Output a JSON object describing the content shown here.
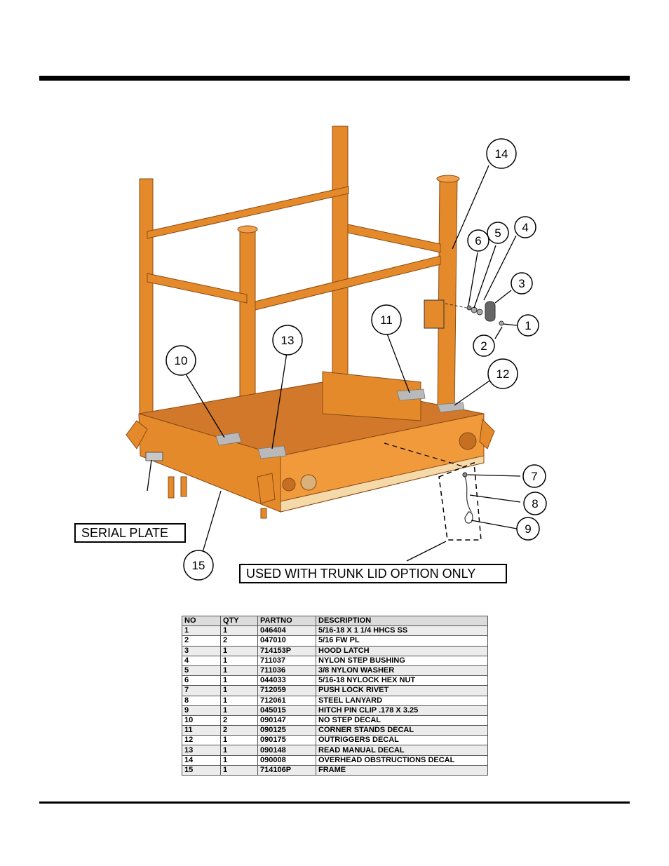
{
  "diagram": {
    "callouts": [
      "1",
      "2",
      "3",
      "4",
      "5",
      "6",
      "7",
      "8",
      "9",
      "10",
      "11",
      "12",
      "13",
      "14",
      "15"
    ],
    "labels": {
      "serial_plate": "SERIAL PLATE",
      "trunk_lid_note": "USED WITH TRUNK LID OPTION ONLY"
    },
    "colors": {
      "frame": "#e58a2a",
      "frame_dark": "#b8651a",
      "decal": "#b9b9b9"
    }
  },
  "parts_table": {
    "headers": [
      "NO",
      "QTY",
      "PARTNO",
      "DESCRIPTION"
    ],
    "rows": [
      [
        "1",
        "1",
        "046404",
        "5/16-18 X 1 1/4 HHCS SS"
      ],
      [
        "2",
        "2",
        "047010",
        "5/16 FW PL"
      ],
      [
        "3",
        "1",
        "714153P",
        "HOOD LATCH"
      ],
      [
        "4",
        "1",
        "711037",
        "NYLON STEP BUSHING"
      ],
      [
        "5",
        "1",
        "711036",
        "3/8 NYLON WASHER"
      ],
      [
        "6",
        "1",
        "044033",
        "5/16-18 NYLOCK HEX NUT"
      ],
      [
        "7",
        "1",
        "712059",
        "PUSH LOCK RIVET"
      ],
      [
        "8",
        "1",
        "712061",
        "STEEL LANYARD"
      ],
      [
        "9",
        "1",
        "045015",
        "HITCH PIN CLIP .178 X 3.25"
      ],
      [
        "10",
        "2",
        "090147",
        "NO STEP DECAL"
      ],
      [
        "11",
        "2",
        "090125",
        "CORNER STANDS DECAL"
      ],
      [
        "12",
        "1",
        "090175",
        "OUTRIGGERS DECAL"
      ],
      [
        "13",
        "1",
        "090148",
        "READ MANUAL DECAL"
      ],
      [
        "14",
        "1",
        "090008",
        "OVERHEAD OBSTRUCTIONS DECAL"
      ],
      [
        "15",
        "1",
        "714106P",
        "FRAME"
      ]
    ]
  }
}
